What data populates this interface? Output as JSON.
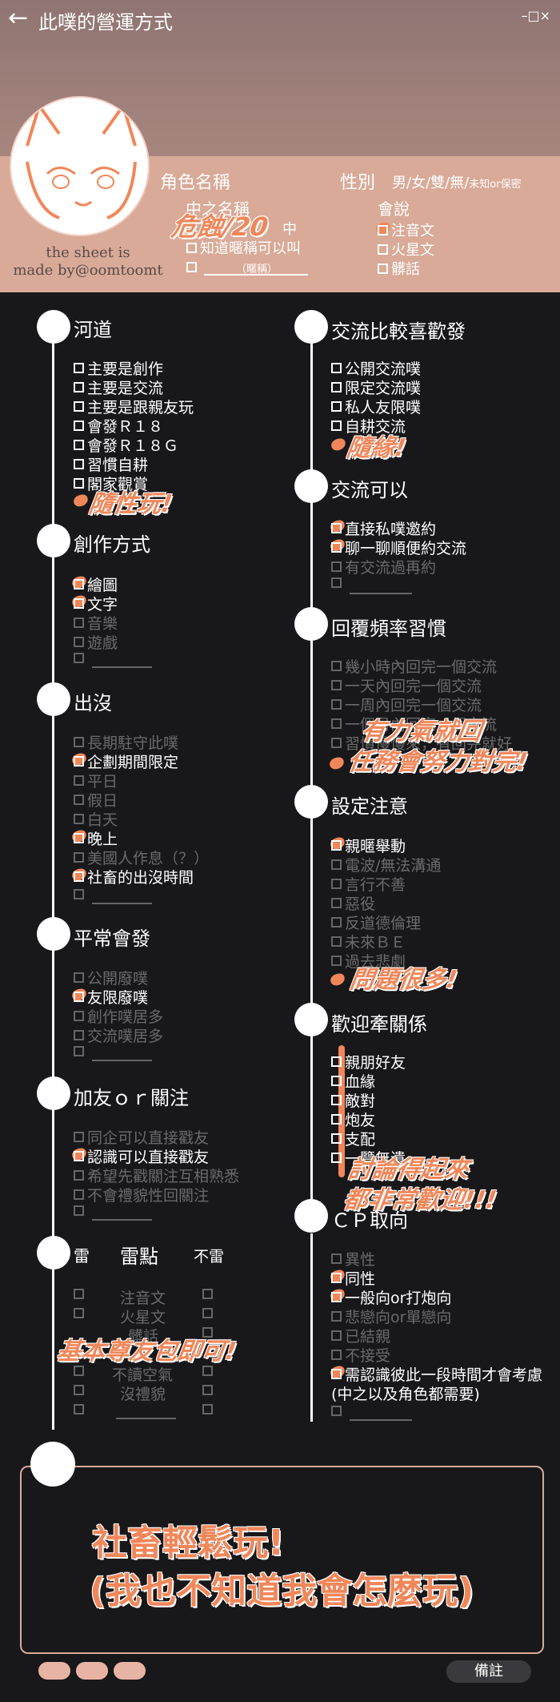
{
  "header": {
    "title": "此噗的營運方式",
    "window_controls": "–□×"
  },
  "profile": {
    "credit_line1": "the sheet is",
    "credit_line2": "made by@oomtoomt",
    "role_name_label": "角色名稱",
    "gender_label": "性別",
    "gender_options": "男/女/雙/無/",
    "gender_other": "未知or保密",
    "cn_name_label": "中之名稱",
    "cn_name_value": "危蝕/20",
    "cn_name_suffix": "中",
    "nickname_ok": "知道暱稱可以叫",
    "nickname_hint": "（暱稱）",
    "speaks_label": "會說",
    "lang1": "注音文",
    "lang2": "火星文",
    "lang3": "髒話"
  },
  "colors": {
    "accent": "#f0875a",
    "band": "#d9aa98",
    "header": "#8f7572",
    "bg": "#18181b"
  },
  "left": {
    "s1": {
      "title": "河道",
      "items": [
        "主要是創作",
        "主要是交流",
        "主要是跟親友玩",
        "會發Ｒ１８",
        "會發Ｒ１８Ｇ",
        "習慣自耕",
        "閣家觀賞"
      ],
      "anno": "隨性玩!"
    },
    "s2": {
      "title": "創作方式",
      "items": [
        "繪圖",
        "文字",
        "音樂",
        "遊戲"
      ]
    },
    "s3": {
      "title": "出沒",
      "items": [
        "長期駐守此噗",
        "企劃期間限定",
        "平日",
        "假日",
        "白天",
        "晚上",
        "美國人作息（？）",
        "社畜的出沒時間"
      ]
    },
    "s4": {
      "title": "平常會發",
      "items": [
        "公開廢噗",
        "友限廢噗",
        "創作噗居多",
        "交流噗居多"
      ]
    },
    "s5": {
      "title": "加友ｏｒ關注",
      "items": [
        "同企可以直接戳友",
        "認識可以直接戳友",
        "希望先戳關注互相熟悉",
        "不會禮貌性回關注"
      ]
    },
    "s6": {
      "title": "雷",
      "mid": "雷點",
      "right": "不雷",
      "items": [
        "注音文",
        "火星文",
        "髒話",
        "不讀空氣",
        "沒禮貌"
      ],
      "anno": "基本尊友包即可!"
    }
  },
  "right": {
    "s1": {
      "title": "交流比較喜歡發",
      "items": [
        "公開交流噗",
        "限定交流噗",
        "私人友限噗",
        "自耕交流"
      ],
      "anno": "隨緣!"
    },
    "s2": {
      "title": "交流可以",
      "items": [
        "直接私噗邀約",
        "聊一聊順便約交流",
        "有交流過再約"
      ]
    },
    "s3": {
      "title": "回覆頻率習慣",
      "items": [
        "幾小時內回完一個交流",
        "一天內回完一個交流",
        "一周內回完一個交流",
        "一個月內回完一個交流",
        "習慣慢慢來，有回完就好"
      ],
      "anno1": "有力氣就回",
      "anno2": "任務會努力對完!"
    },
    "s4": {
      "title": "設定注意",
      "items": [
        "親暱舉動",
        "電波/無法溝通",
        "言行不善",
        "惡役",
        "反道德倫理",
        "未來ＢＥ",
        "過去悲劇"
      ],
      "anno": "問題很多!"
    },
    "s5": {
      "title": "歡迎牽關係",
      "items": [
        "親朋好友",
        "血緣",
        "敵對",
        "炮友",
        "支配",
        "一覽無遺"
      ],
      "anno1": "討論得起來",
      "anno2": "都非常歡迎!!!"
    },
    "s6": {
      "title": "ＣＰ取向",
      "items": [
        "異性",
        "同性",
        "一般向or打炮向",
        "悲戀向or單戀向",
        "已結親",
        "不接受",
        "需認識彼此一段時間才會考慮",
        "(中之以及角色都需要)"
      ]
    }
  },
  "note": {
    "line1": "社畜輕鬆玩!",
    "line2": "(我也不知道我會怎麼玩)"
  },
  "footer": {
    "remark_label": "備註"
  }
}
